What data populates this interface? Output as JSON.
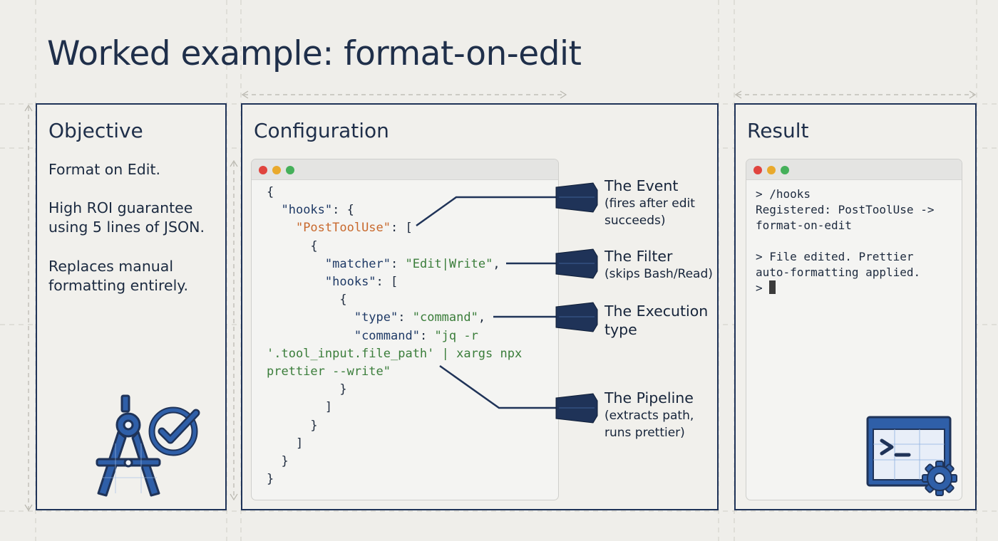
{
  "title": "Worked example: format-on-edit",
  "colors": {
    "background": "#efeeea",
    "ink": "#1f3358",
    "icon_blue": "#2f5fa8",
    "key": "#1f3a66",
    "orange": "#c8692d",
    "green": "#3a7d3a"
  },
  "objective": {
    "heading": "Objective",
    "paragraphs": [
      "Format on Edit.",
      "High ROI guarantee using 5 lines of JSON.",
      "Replaces manual formatting entirely."
    ],
    "icons": [
      "drafting-compass-icon",
      "checkmark-circle-icon"
    ]
  },
  "configuration": {
    "heading": "Configuration",
    "code_lines": [
      [
        {
          "t": "{",
          "c": "p"
        }
      ],
      [
        {
          "t": "  ",
          "c": "p"
        },
        {
          "t": "\"hooks\"",
          "c": "k"
        },
        {
          "t": ": {",
          "c": "p"
        }
      ],
      [
        {
          "t": "    ",
          "c": "p"
        },
        {
          "t": "\"PostToolUse\"",
          "c": "o"
        },
        {
          "t": ": [",
          "c": "p"
        }
      ],
      [
        {
          "t": "      {",
          "c": "p"
        }
      ],
      [
        {
          "t": "        ",
          "c": "p"
        },
        {
          "t": "\"matcher\"",
          "c": "k"
        },
        {
          "t": ": ",
          "c": "p"
        },
        {
          "t": "\"Edit|Write\"",
          "c": "s"
        },
        {
          "t": ",",
          "c": "p"
        }
      ],
      [
        {
          "t": "        ",
          "c": "p"
        },
        {
          "t": "\"hooks\"",
          "c": "k"
        },
        {
          "t": ": [",
          "c": "p"
        }
      ],
      [
        {
          "t": "          {",
          "c": "p"
        }
      ],
      [
        {
          "t": "            ",
          "c": "p"
        },
        {
          "t": "\"type\"",
          "c": "k"
        },
        {
          "t": ": ",
          "c": "p"
        },
        {
          "t": "\"command\"",
          "c": "s"
        },
        {
          "t": ",",
          "c": "p"
        }
      ],
      [
        {
          "t": "            ",
          "c": "p"
        },
        {
          "t": "\"command\"",
          "c": "k"
        },
        {
          "t": ": ",
          "c": "p"
        },
        {
          "t": "\"jq -r",
          "c": "s"
        }
      ],
      [
        {
          "t": "'.tool_input.file_path' | xargs npx",
          "c": "s"
        }
      ],
      [
        {
          "t": "prettier --write\"",
          "c": "s"
        }
      ],
      [
        {
          "t": "          }",
          "c": "p"
        }
      ],
      [
        {
          "t": "        ]",
          "c": "p"
        }
      ],
      [
        {
          "t": "      }",
          "c": "p"
        }
      ],
      [
        {
          "t": "    ]",
          "c": "p"
        }
      ],
      [
        {
          "t": "  }",
          "c": "p"
        }
      ],
      [
        {
          "t": "}",
          "c": "p"
        }
      ]
    ],
    "callouts": [
      {
        "title": "The Event",
        "desc": "(fires after edit succeeds)"
      },
      {
        "title": "The Filter",
        "desc": "(skips Bash/Read)"
      },
      {
        "title": "The Execution type",
        "desc": ""
      },
      {
        "title": "The Pipeline",
        "desc": "(extracts path, runs prettier)"
      }
    ]
  },
  "result": {
    "heading": "Result",
    "terminal_lines": [
      "> /hooks",
      "Registered: PostToolUse ->",
      "format-on-edit",
      "",
      "> File edited. Prettier",
      "auto-formatting applied.",
      "> "
    ],
    "icons": [
      "terminal-gear-icon"
    ]
  }
}
